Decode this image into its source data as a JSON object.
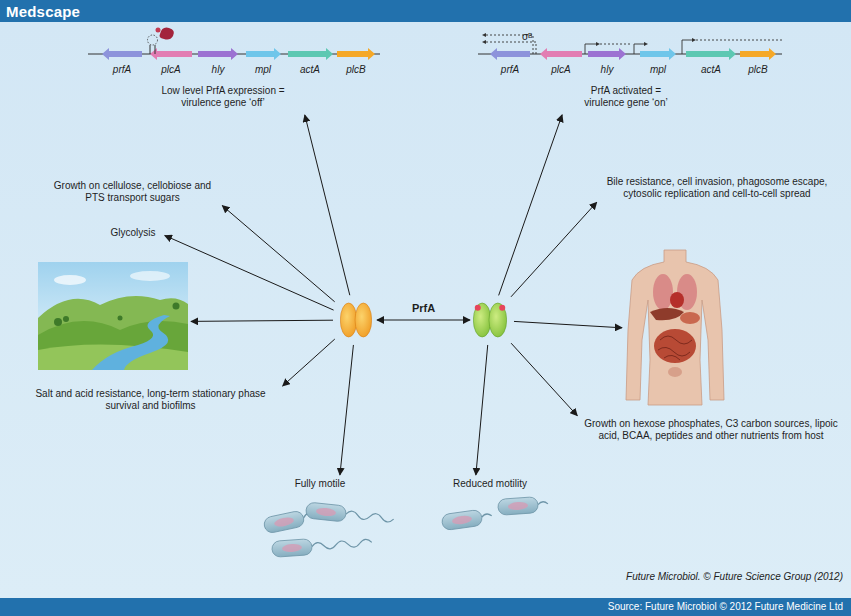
{
  "diagram": {
    "caption": "Future Microbiol. © Future Science Group (2012)",
    "nodes": [
      {
        "text": [
          "prfA",
          "plcA",
          "hly",
          "mpl",
          "actA",
          "plcB",
          "Low level PrfA expression = virulence gene ‘off’"
        ]
      },
      {
        "text": [
          "σᴮ",
          "prfA",
          "plcA",
          "hly",
          "mpl",
          "actA",
          "plcB",
          "PrfA activated = virulence gene ‘on’"
        ]
      },
      {
        "text": [
          "Growth on cellulose, cellobiose and PTS transport sugars"
        ]
      },
      {
        "text": [
          "Bile resistance, cell invasion, phagosome escape, cytosolic replication and cell-to-cell spread"
        ]
      },
      {
        "text": [
          "Glycolysis"
        ]
      },
      {
        "text": []
      },
      {
        "text": []
      },
      {
        "text": []
      },
      {
        "text": []
      },
      {
        "text": [
          "Salt and acid resistance, long-term stationary phase survival and biofilms"
        ]
      },
      {
        "text": [
          "Growth on hexose phosphates, C3 carbon sources, lipoic acid, BCAA, peptides and other nutrients from host"
        ]
      },
      {
        "text": [
          "Fully motile"
        ]
      },
      {
        "text": [
          "Reduced motility"
        ]
      }
    ],
    "edges": [
      {
        "from": 5,
        "to": 6,
        "label": "PrfA",
        "arrow": "both"
      },
      {
        "from": 5,
        "to": 0,
        "arrow": "to"
      },
      {
        "from": 5,
        "to": 2,
        "arrow": "to"
      },
      {
        "from": 5,
        "to": 4,
        "arrow": "to"
      },
      {
        "from": 5,
        "to": 7,
        "arrow": "to"
      },
      {
        "from": 5,
        "to": 9,
        "arrow": "to"
      },
      {
        "from": 5,
        "to": 11,
        "arrow": "to"
      },
      {
        "from": 6,
        "to": 1,
        "arrow": "to"
      },
      {
        "from": 6,
        "to": 3,
        "arrow": "to"
      },
      {
        "from": 6,
        "to": 8,
        "arrow": "to"
      },
      {
        "from": 6,
        "to": 10,
        "arrow": "to"
      },
      {
        "from": 6,
        "to": 12,
        "arrow": "to"
      }
    ],
    "labels": [
      "Medscape",
      "Source: Future Microbiol © 2012 Future Medicine Ltd"
    ]
  }
}
